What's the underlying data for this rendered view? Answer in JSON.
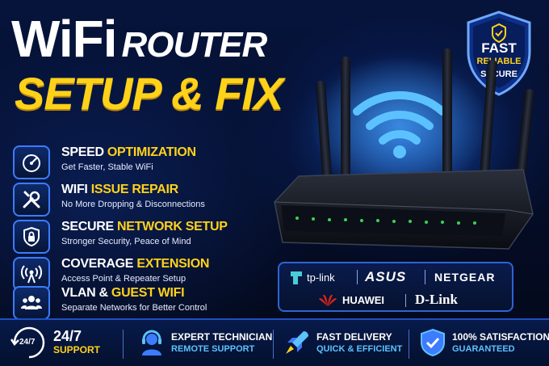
{
  "title": {
    "line1_a": "WiFi",
    "line1_b": "ROUTER",
    "line2": "SETUP & FIX"
  },
  "badge": {
    "line1": "FAST",
    "line2": "RELIABLE",
    "line3": "SECURE",
    "icon": "shield-check-icon"
  },
  "features": [
    {
      "title_white": "SPEED",
      "title_yellow": "OPTIMIZATION",
      "title_white_after": "",
      "subtitle": "Get Faster, Stable WiFi",
      "icon": "speedometer-icon"
    },
    {
      "title_white": "WIFI",
      "title_yellow": "ISSUE REPAIR",
      "title_white_after": "",
      "subtitle": "No More Dropping & Disconnections",
      "icon": "tools-icon"
    },
    {
      "title_white": "SECURE",
      "title_yellow": "NETWORK SETUP",
      "title_white_after": "",
      "subtitle": "Stronger Security, Peace of Mind",
      "icon": "shield-lock-icon"
    },
    {
      "title_white": "COVERAGE",
      "title_yellow": "EXTENSION",
      "title_white_after": "",
      "subtitle": "Access Point & Repeater Setup",
      "icon": "signal-tower-icon"
    },
    {
      "title_white": "VLAN &",
      "title_yellow": "GUEST WIFI",
      "title_white_after": "",
      "subtitle": "Separate Networks for Better Control",
      "icon": "users-icon"
    }
  ],
  "brands": {
    "tplink": "tp-link",
    "asus": "ASUS",
    "netgear": "NETGEAR",
    "huawei": "HUAWEI",
    "dlink": "D-Link"
  },
  "bottom": {
    "item1_big": "24/7",
    "item1_small": "SUPPORT",
    "item1_icon_text": "24/7",
    "item2_line1": "EXPERT TECHNICIAN",
    "item2_line2": "REMOTE SUPPORT",
    "item3_line1": "FAST DELIVERY",
    "item3_line2": "QUICK & EFFICIENT",
    "item4_line1": "100% SATISFACTION",
    "item4_line2": "GUARANTEED"
  },
  "colors": {
    "accent_yellow": "#ffd21a",
    "accent_blue": "#3d7bff",
    "background": "#040b22",
    "tplink_teal": "#4acbd6",
    "huawei_red": "#e2231a"
  }
}
